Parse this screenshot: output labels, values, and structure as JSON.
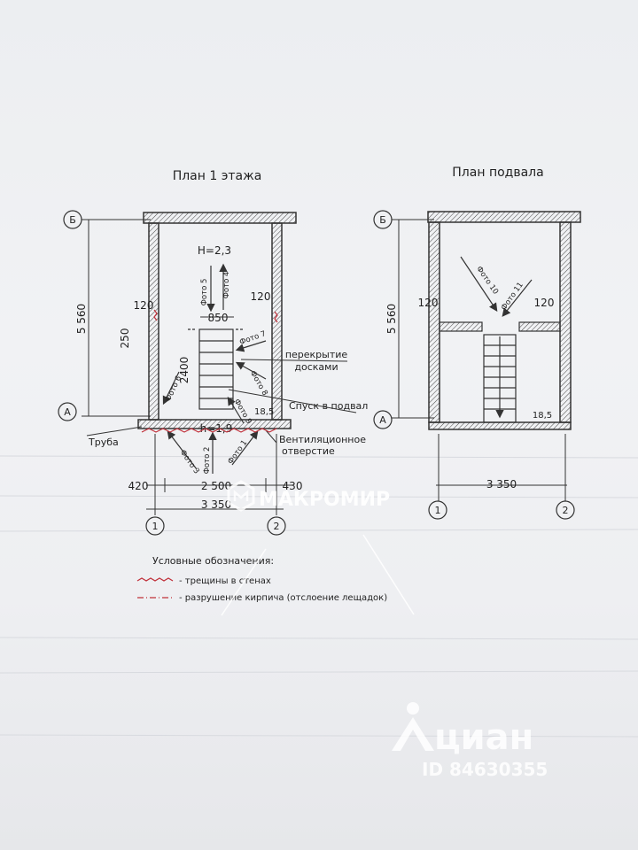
{
  "plan1": {
    "title": "План 1 этажа",
    "height_label": "Н=2,3",
    "stair_width": "850",
    "stair_length": "2400",
    "wall_left_thk": "120",
    "wall_right_thk": "120",
    "niche": "250",
    "total_height": "5 560",
    "ceiling_note_1": "перекрытие",
    "ceiling_note_2": "досками",
    "descent_note": "Спуск в подвал",
    "step_note": "18,5",
    "pipe_note": "Труба",
    "vent_note_1": "Вентиляционное",
    "vent_note_2": "отверстие",
    "h_note": "h=1,9",
    "dim_left": "420",
    "dim_mid": "2 500",
    "dim_right": "430",
    "dim_total": "3 350",
    "photos": [
      "Фото 5",
      "Фото 4",
      "Фото 7",
      "Фото 6",
      "Фото 8",
      "Фото 9",
      "Фото 3",
      "Фото 2",
      "Фото 1"
    ]
  },
  "plan2": {
    "title": "План подвала",
    "wall_left_thk": "120",
    "wall_right_thk": "120",
    "total_height": "5 560",
    "step_note": "18,5",
    "dim_total": "3 350",
    "photos": [
      "Фото 10",
      "Фото 11"
    ]
  },
  "axes": {
    "b": "Б",
    "a": "А",
    "one": "1",
    "two": "2"
  },
  "legend": {
    "title": "Условные обозначения:",
    "cracks": "- трещины в стенах",
    "brick": "- разрушение кирпича (отслоение лещадок)"
  },
  "watermark": {
    "brand": "МАКРОМИР",
    "cian": "циан",
    "id": "ID 84630355"
  },
  "colors": {
    "ink": "#2a2a2a",
    "red": "#c0303a",
    "paper": "#eceef1"
  }
}
